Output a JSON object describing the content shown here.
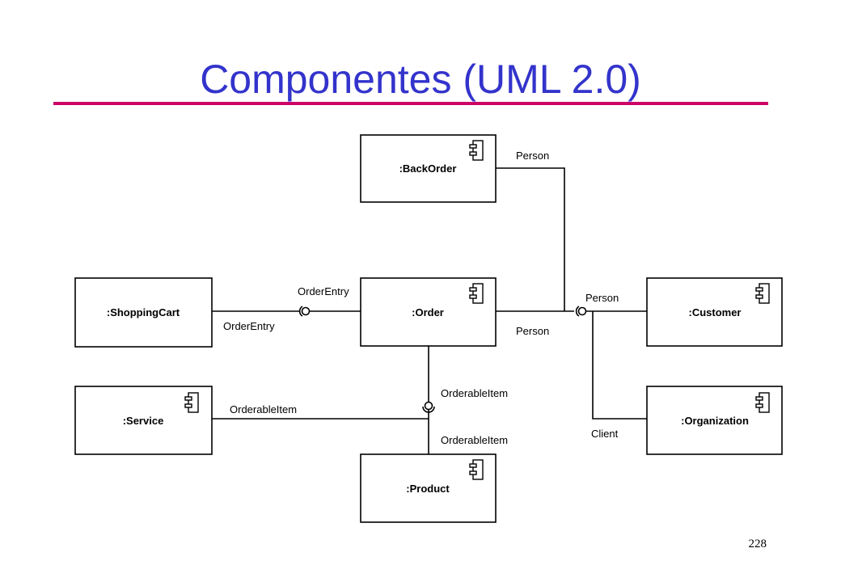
{
  "slide": {
    "title": "Componentes (UML 2.0)",
    "page_number": "228"
  },
  "colors": {
    "title": "#3333cc",
    "rule": "#cc0066",
    "lines": "#000000"
  },
  "components": {
    "backorder": ":BackOrder",
    "shoppingcart": ":ShoppingCart",
    "order": ":Order",
    "customer": ":Customer",
    "service": ":Service",
    "organization": ":Organization",
    "product": ":Product"
  },
  "connectors": {
    "backorder_person": "Person",
    "orderentry_provided": "OrderEntry",
    "orderentry_required": "OrderEntry",
    "order_person": "Person",
    "customer_person": "Person",
    "orderableitem_top": "OrderableItem",
    "orderableitem_service": "OrderableItem",
    "orderableitem_product": "OrderableItem",
    "client": "Client"
  },
  "component_icon": "component-icon"
}
